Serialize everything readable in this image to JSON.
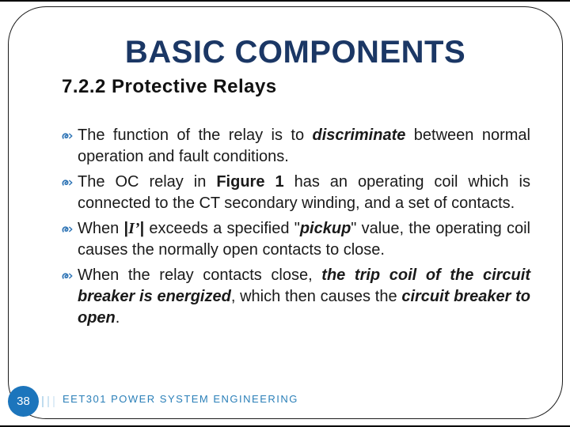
{
  "slide": {
    "title": "BASIC COMPONENTS",
    "subtitle": "7.2.2 Protective Relays",
    "page_number": "38",
    "footer": "EET301 POWER SYSTEM ENGINEERING",
    "bullet_icon": "swirl-arrow-bullet-icon",
    "paragraphs": [
      {
        "segments": [
          {
            "t": "The function of the relay is to "
          },
          {
            "t": "discriminate",
            "b": true,
            "i": true
          },
          {
            "t": " between normal operation and fault conditions."
          }
        ]
      },
      {
        "segments": [
          {
            "t": "The OC relay in "
          },
          {
            "t": "Figure 1",
            "b": true
          },
          {
            "t": " has an operating coil which is connected to the CT secondary winding, and a set of contacts."
          }
        ]
      },
      {
        "segments": [
          {
            "t": "When "
          },
          {
            "t": "|",
            "b": true
          },
          {
            "t": "I’",
            "b": true,
            "i": true,
            "serif": true
          },
          {
            "t": "|",
            "b": true
          },
          {
            "t": " exceeds a specified \""
          },
          {
            "t": "pickup",
            "b": true,
            "i": true
          },
          {
            "t": "\" value, the operating coil causes the normally open contacts to close."
          }
        ]
      },
      {
        "segments": [
          {
            "t": "When the relay contacts close, "
          },
          {
            "t": "the trip coil of the circuit breaker is energized",
            "b": true,
            "i": true
          },
          {
            "t": ", which then causes the "
          },
          {
            "t": "circuit breaker to open",
            "b": true,
            "i": true
          },
          {
            "t": "."
          }
        ]
      }
    ]
  },
  "colors": {
    "title": "#1B3765",
    "body_text": "#1A1A1A",
    "bullet": "#2E74B5",
    "page_circle": "#1C75BC",
    "page_number_text": "#FFFFFF",
    "footer_text": "#2A7FB8",
    "border": "#1A1A1A",
    "background": "#FFFFFF",
    "tick_marks": "#BFDCEF"
  }
}
